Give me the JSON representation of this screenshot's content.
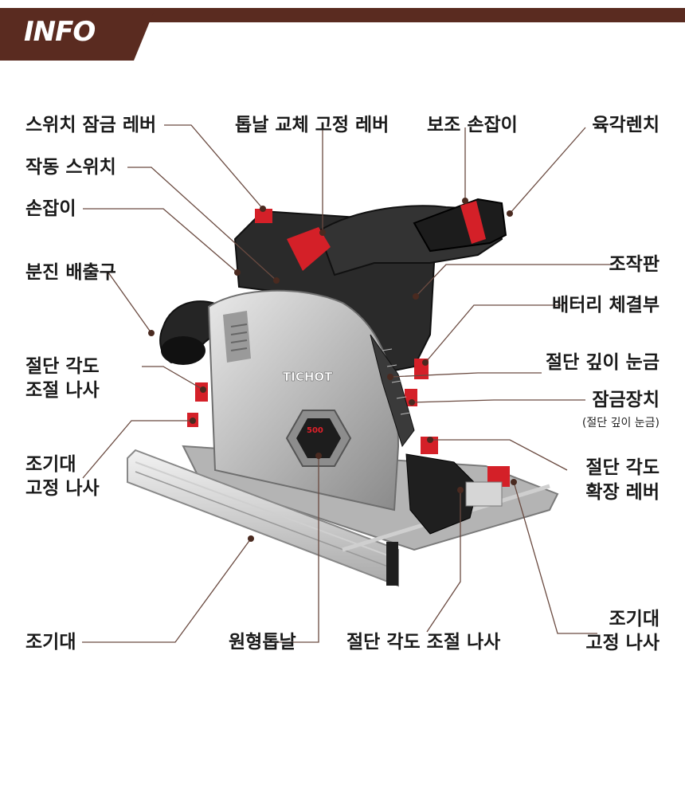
{
  "header": {
    "title": "INFO"
  },
  "brand": {
    "logo": "TICHOT",
    "badge": "500"
  },
  "labels": {
    "switch_lock_lever": "스위치 잠금 레버",
    "blade_change_lock_lever": "톱날 교체 고정 레버",
    "aux_handle": "보조 손잡이",
    "hex_wrench": "육각렌치",
    "trigger_switch": "작동 스위치",
    "handle": "손잡이",
    "control_panel": "조작판",
    "dust_outlet": "분진 배출구",
    "battery_mount": "배터리 체결부",
    "angle_screw_left_1": "절단 각도",
    "angle_screw_left_2": "조절 나사",
    "depth_scale": "절단 깊이 눈금",
    "lock_device": "잠금장치",
    "lock_device_sub": "(절단 깊이 눈금)",
    "fence_screw_left_1": "조기대",
    "fence_screw_left_2": "고정 나사",
    "angle_ext_lever_1": "절단 각도",
    "angle_ext_lever_2": "확장 레버",
    "fence_screw_right_1": "조기대",
    "fence_screw_right_2": "고정 나사",
    "fence": "조기대",
    "circular_blade": "원형톱날",
    "angle_screw_bottom": "절단 각도 조절 나사"
  },
  "colors": {
    "brand_brown": "#5a2b20",
    "accent_red": "#e0202a",
    "leader": "#6a4a40"
  }
}
